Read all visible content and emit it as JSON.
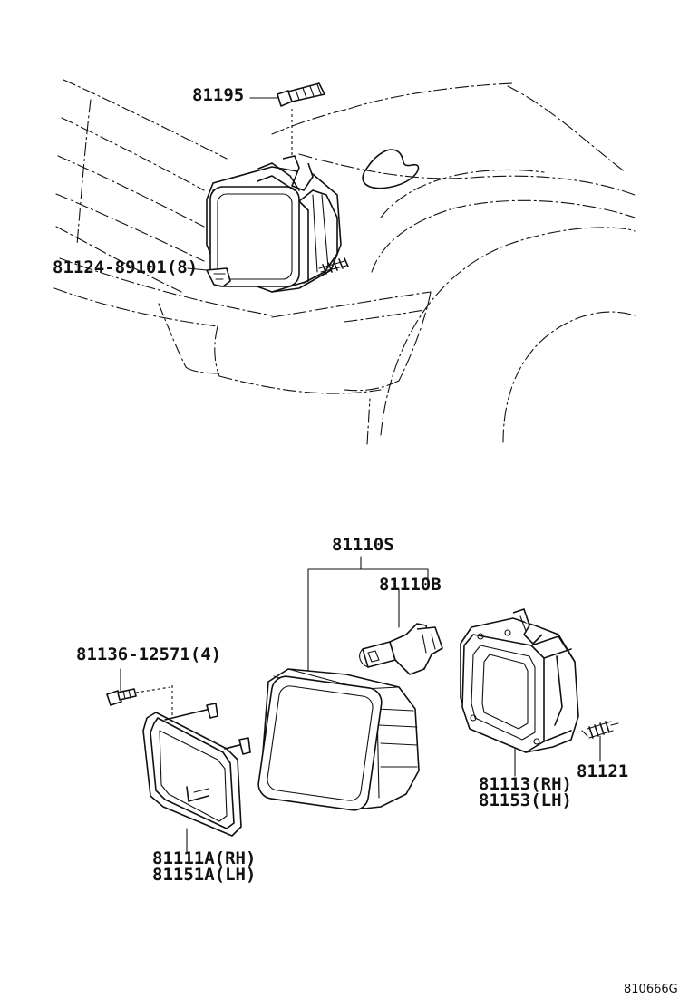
{
  "parts": {
    "screw_81195": "81195",
    "clip_81124": "81124-89101(8)",
    "headlamp_assy": "81110S",
    "bulb": "81110B",
    "screw_81136": "81136-12571(4)",
    "ring_rh": "81111A(RH)",
    "ring_lh": "81151A(LH)",
    "housing_rh": "81113(RH)",
    "housing_lh": "81153(LH)",
    "spring": "81121"
  },
  "diagram_code": "810666G"
}
